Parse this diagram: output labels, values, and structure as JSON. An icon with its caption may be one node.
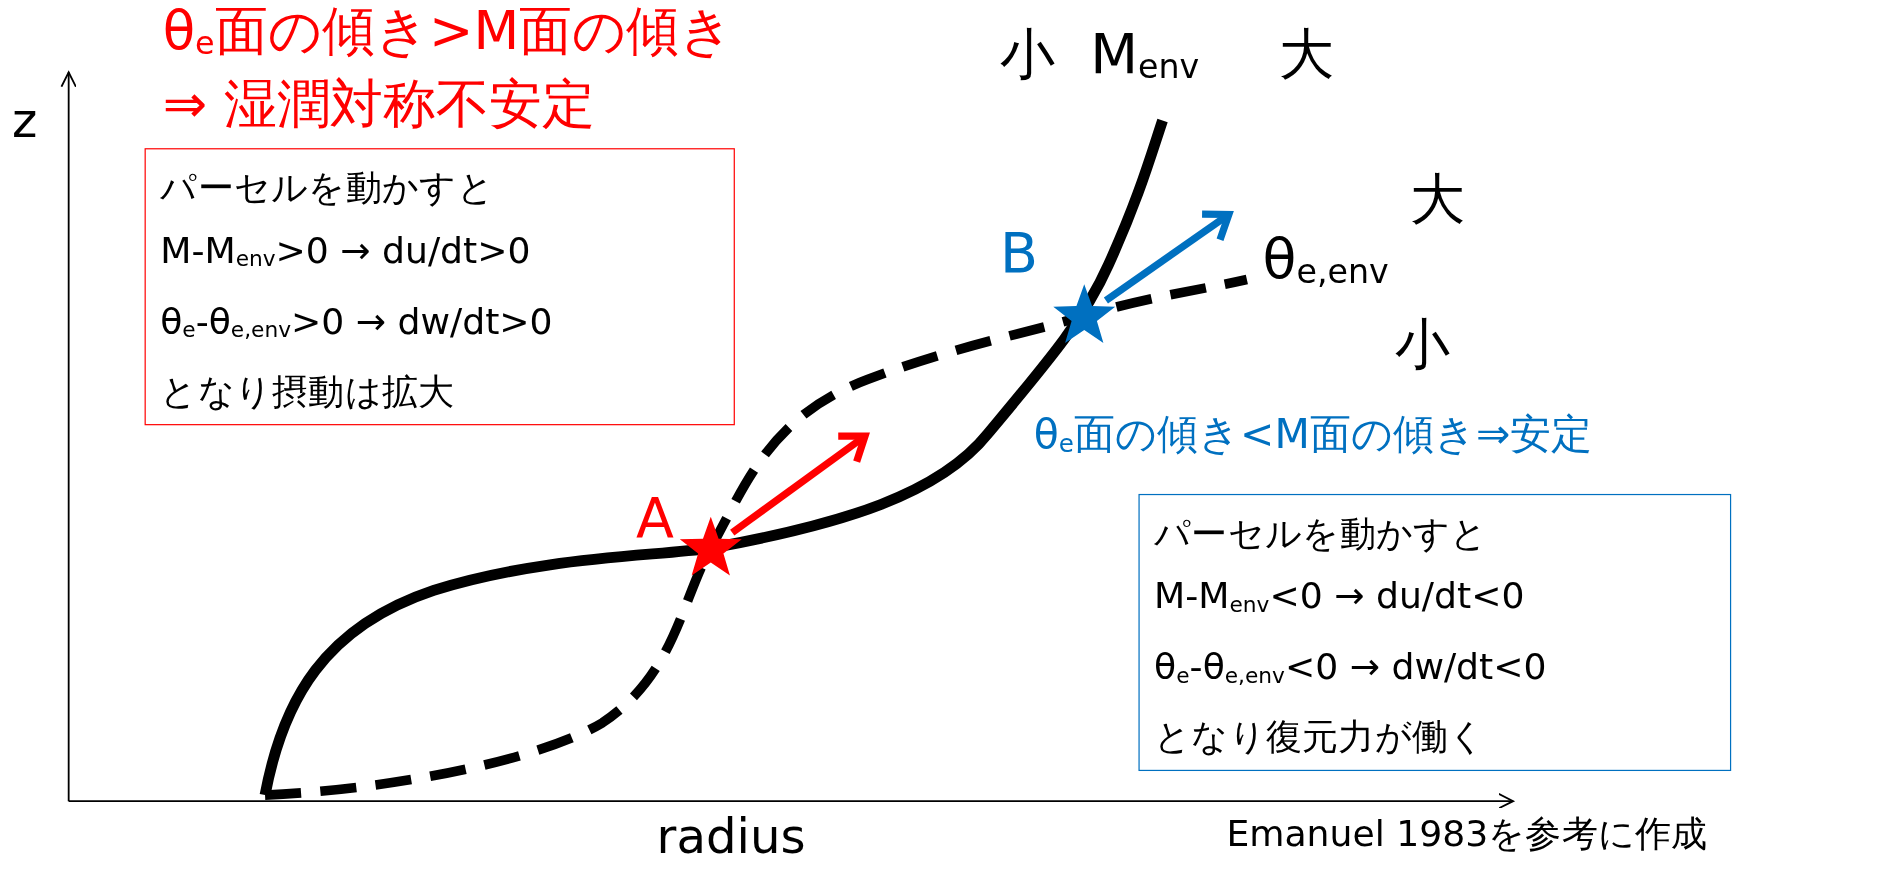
{
  "diagram": {
    "nodes": [
      {
        "text": [
          "パーセルを動かすと",
          "M-M$_{env}$>0 → du/dt>0",
          "θ$_{e}$-θ$_{e,env}$>0 → dw/dt>0",
          "となり摂動は拡大"
        ]
      },
      {
        "text": [
          "パーセルを動かすと",
          "M-M$_{env}$<0 → du/dt<0",
          "θ$_{e}$-θ$_{e,env}$<0 → dw/dt<0",
          "となり復元力が働く"
        ]
      },
      {
        "text": [],
        "shape": "star",
        "beside": [
          "A"
        ]
      },
      {
        "text": [],
        "shape": "star",
        "beside": [
          "B"
        ]
      }
    ],
    "edges": [
      {
        "from": 2,
        "to": null,
        "arrow": "to",
        "color": "#ff0000"
      },
      {
        "from": 3,
        "to": null,
        "arrow": "to",
        "color": "#0070c0"
      }
    ],
    "labels": [
      "θ$_{e}$面の傾き>M面の傾き",
      "⇒ 湿潤対称不安定",
      "z",
      "小",
      "M$_{env}$",
      "大",
      "大",
      "θ$_{e,env}$",
      "小",
      "θ$_{e}$面の傾き<M面の傾き⇒安定",
      "radius",
      "Emanuel 1983を参考に作成"
    ]
  }
}
